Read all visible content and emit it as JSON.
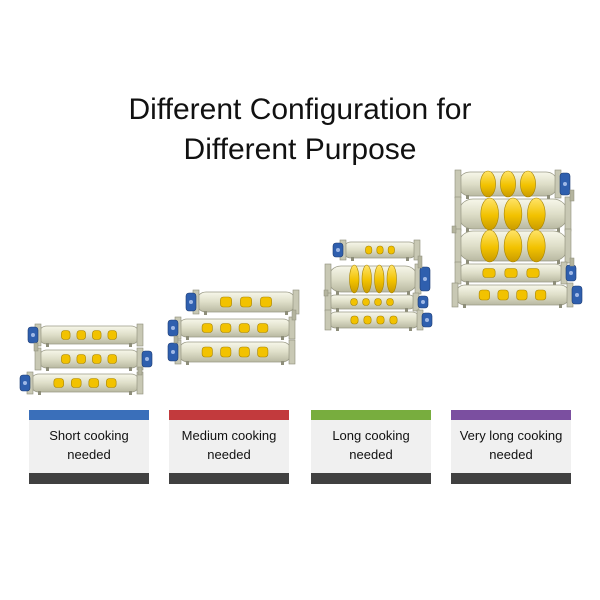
{
  "title": {
    "line1": "Different Configuration for",
    "line2": "Different Purpose"
  },
  "colors": {
    "short": "#3a6fba",
    "medium": "#c23a3d",
    "long": "#78ad3e",
    "very_long": "#7b4fa0",
    "card_bottom": "#404040",
    "card_bg": "#f0f0f0",
    "tank_yellow": "#f2c200",
    "motor_blue": "#2f5fae"
  },
  "cards": [
    {
      "key": "short",
      "line1": "Short cooking",
      "line2": "needed"
    },
    {
      "key": "medium",
      "line1": "Medium cooking",
      "line2": "needed"
    },
    {
      "key": "long",
      "line1": "Long cooking",
      "line2": "needed"
    },
    {
      "key": "very_long",
      "line1": "Very long cooking",
      "line2": "needed"
    }
  ]
}
